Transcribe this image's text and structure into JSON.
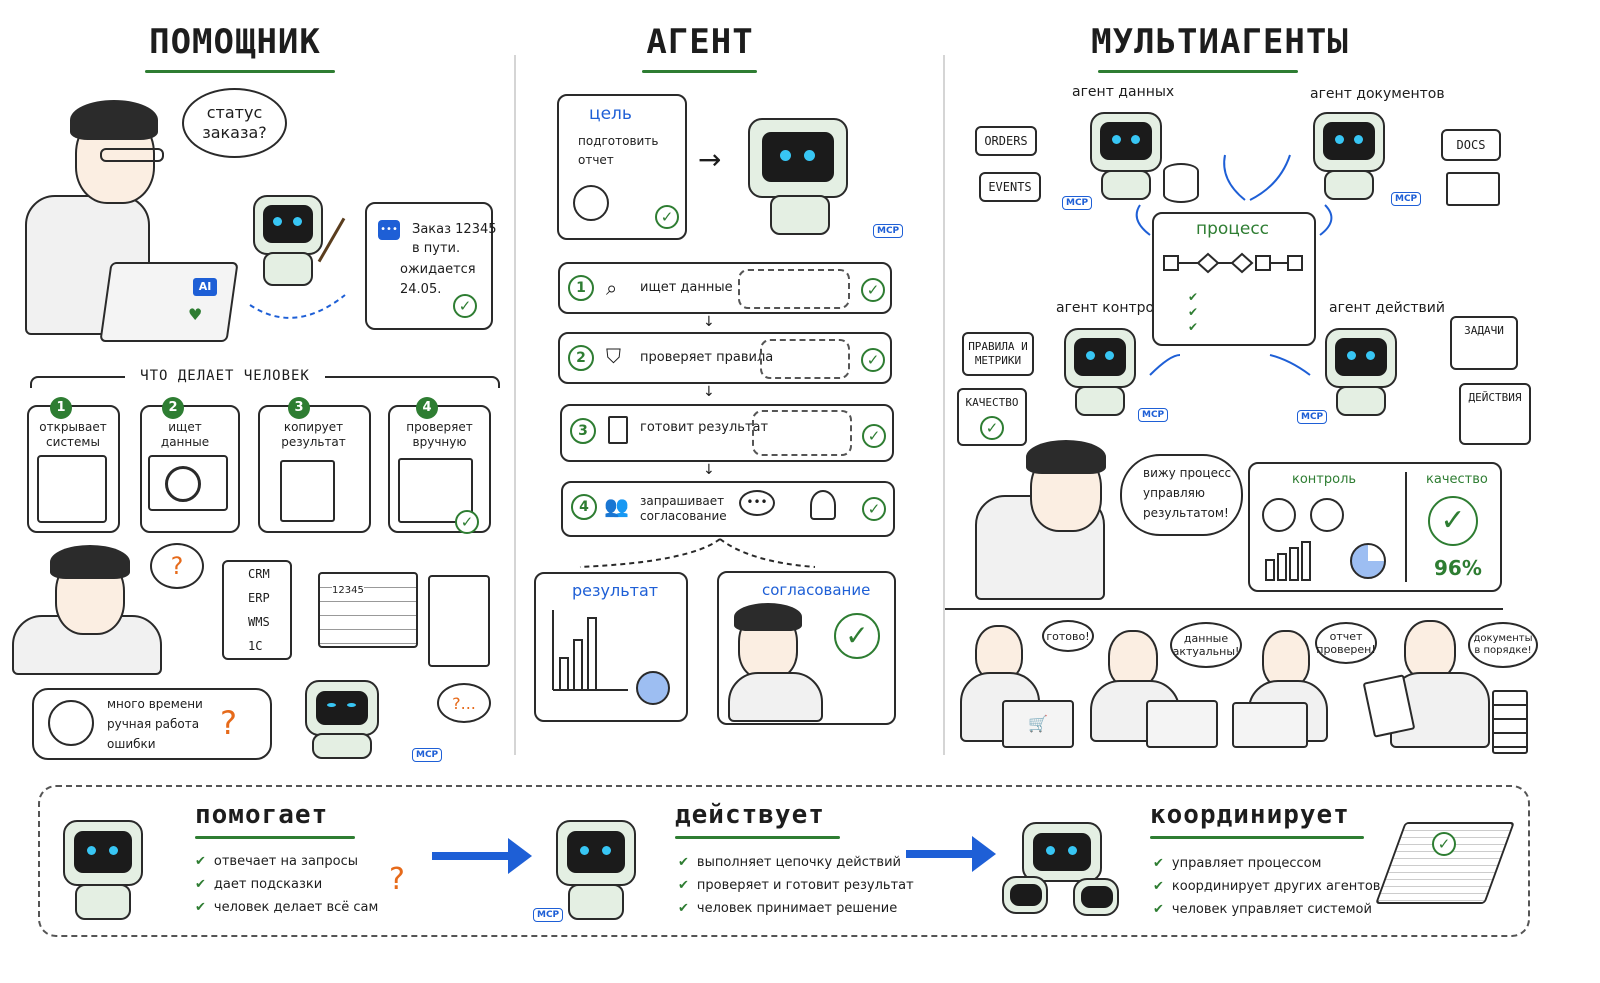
{
  "sections": {
    "assistant": {
      "title": "ПОМОЩНИК"
    },
    "agent": {
      "title": "АГЕНТ"
    },
    "multi": {
      "title": "МУЛЬТИАГЕНТЫ"
    }
  },
  "assistant": {
    "question": "статус заказа?",
    "ai_badge": "AI",
    "reply": [
      "Заказ 12345",
      "в пути.",
      "ожидается",
      "24.05."
    ],
    "what_human_does": "ЧТО ДЕЛАЕТ ЧЕЛОВЕК",
    "steps": [
      {
        "n": "1",
        "label": "открывает системы"
      },
      {
        "n": "2",
        "label": "ищет данные"
      },
      {
        "n": "3",
        "label": "копирует результат"
      },
      {
        "n": "4",
        "label": "проверяет вручную"
      }
    ],
    "question_mark": "?",
    "systems": [
      "CRM",
      "ERP",
      "WMS",
      "1С"
    ],
    "sheet_id": "12345",
    "problems": [
      "много времени",
      "ручная работа",
      "ошибки"
    ],
    "thinking": "?...",
    "mcp": "MCP"
  },
  "agent": {
    "goal_title": "цель",
    "goal_text": [
      "подготовить",
      "отчет"
    ],
    "mcp": "MCP",
    "steps": [
      {
        "n": "1",
        "label": "ищет данные"
      },
      {
        "n": "2",
        "label": "проверяет правила"
      },
      {
        "n": "3",
        "label": "готовит результат"
      },
      {
        "n": "4",
        "label": "запрашивает согласование"
      }
    ],
    "result_title": "результат",
    "approval_title": "согласование"
  },
  "multi": {
    "agents": [
      "агент данных",
      "агент документов",
      "агент контроля",
      "агент действий"
    ],
    "chips_left": [
      "ORDERS",
      "EVENTS"
    ],
    "chip_docs": "DOCS",
    "process_title": "процесс",
    "rules": "ПРАВИЛА И МЕТРИКИ",
    "quality_chip": "КАЧЕСТВО",
    "tasks": "ЗАДАЧИ",
    "actions": "ДЕЙСТВИЯ",
    "mcp": "MCP",
    "human_says": [
      "вижу процесс",
      "управляю",
      "результатом!"
    ],
    "dash_control": "контроль",
    "dash_quality": "качество",
    "quality_value": "96%",
    "team": [
      "готово!",
      "данные актуальны!",
      "отчет проверен!",
      "документы в порядке!"
    ]
  },
  "bottom": [
    {
      "title": "помогает",
      "items": [
        "отвечает на запросы",
        "дает подсказки",
        "человек делает всё сам"
      ],
      "mark": "?"
    },
    {
      "title": "действует",
      "items": [
        "выполняет цепочку действий",
        "проверяет и готовит результат",
        "человек принимает решение"
      ],
      "mcp": "MCP"
    },
    {
      "title": "координирует",
      "items": [
        "управляет процессом",
        "координирует других агентов",
        "человек управляет системой"
      ]
    }
  ],
  "colors": {
    "accent_green": "#2e7d32",
    "accent_blue": "#1e5fd6",
    "orange": "#e66a1a"
  }
}
